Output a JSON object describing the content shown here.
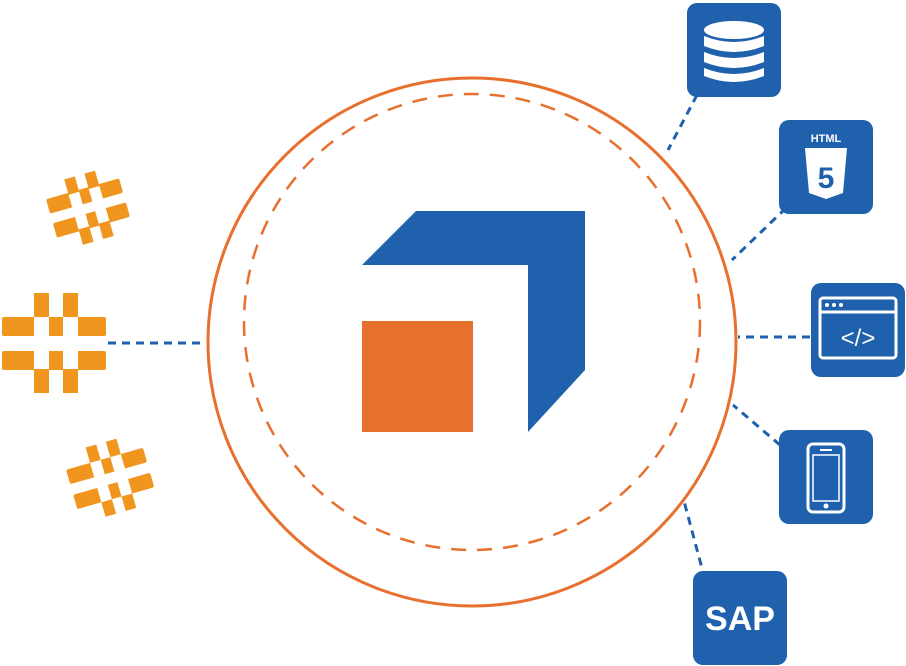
{
  "colors": {
    "blue": "#1f61ad",
    "orange": "#e8702f",
    "amber": "#f0961f",
    "white": "#ffffff"
  },
  "hub": {
    "logo": "center-logo-blue-arrow-orange-square"
  },
  "left_sources": [
    {
      "icon": "api-hash-icon"
    },
    {
      "icon": "api-hash-icon"
    },
    {
      "icon": "api-hash-icon"
    }
  ],
  "right_targets": [
    {
      "icon": "database-icon",
      "label": ""
    },
    {
      "icon": "html5-icon",
      "label": "HTML",
      "badge": "5"
    },
    {
      "icon": "code-window-icon",
      "label": "</>"
    },
    {
      "icon": "mobile-phone-icon",
      "label": ""
    },
    {
      "icon": "sap-icon",
      "label": "SAP"
    }
  ]
}
